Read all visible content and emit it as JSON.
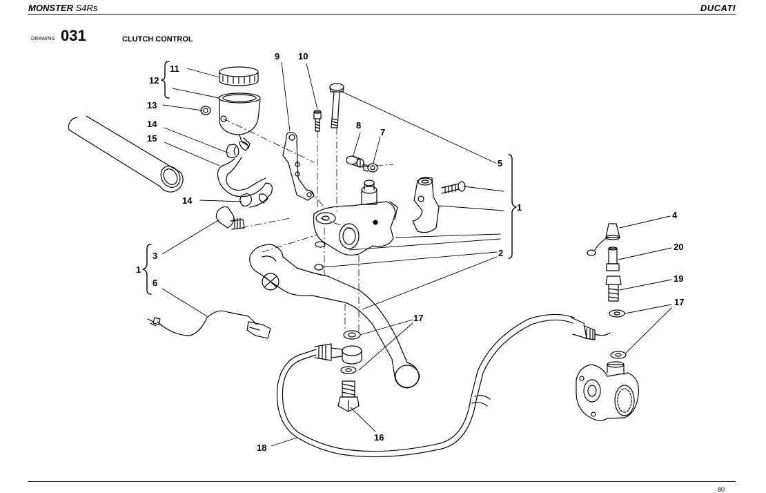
{
  "header": {
    "model_bold": "MONSTER",
    "model_sub": "S4Rs",
    "brand": "DUCATI"
  },
  "drawing": {
    "label": "DRAWING",
    "number": "031",
    "title": "CLUTCH CONTROL"
  },
  "callouts": {
    "c1a": "1",
    "c1b": "1",
    "c2": "2",
    "c3": "3",
    "c4": "4",
    "c5": "5",
    "c6": "6",
    "c7": "7",
    "c8": "8",
    "c9": "9",
    "c10": "10",
    "c11": "11",
    "c12": "12",
    "c13": "13",
    "c14a": "14",
    "c14b": "14",
    "c15": "15",
    "c16": "16",
    "c17a": "17",
    "c17b": "17",
    "c18": "18",
    "c19": "19",
    "c20": "20"
  },
  "footer": {
    "page": "80"
  }
}
